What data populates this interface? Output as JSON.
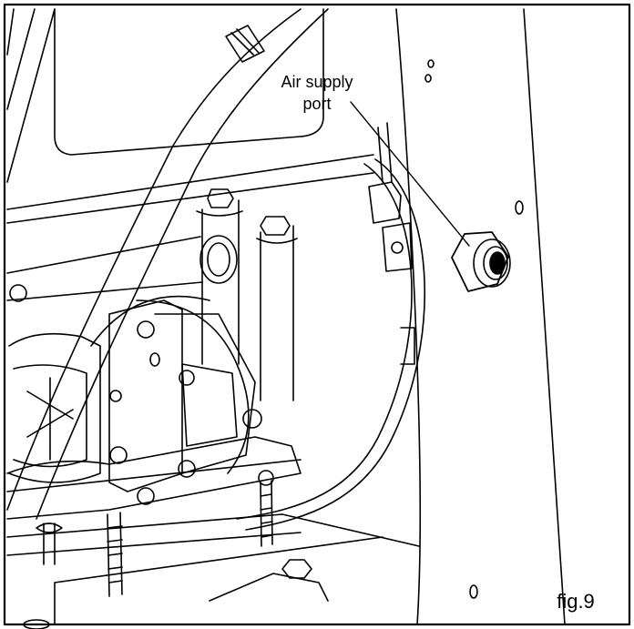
{
  "figure": {
    "callout_line1": "Air supply",
    "callout_line2": "port",
    "figure_label": "fig.9"
  },
  "colors": {
    "ink": "#000000",
    "paper": "#ffffff"
  }
}
